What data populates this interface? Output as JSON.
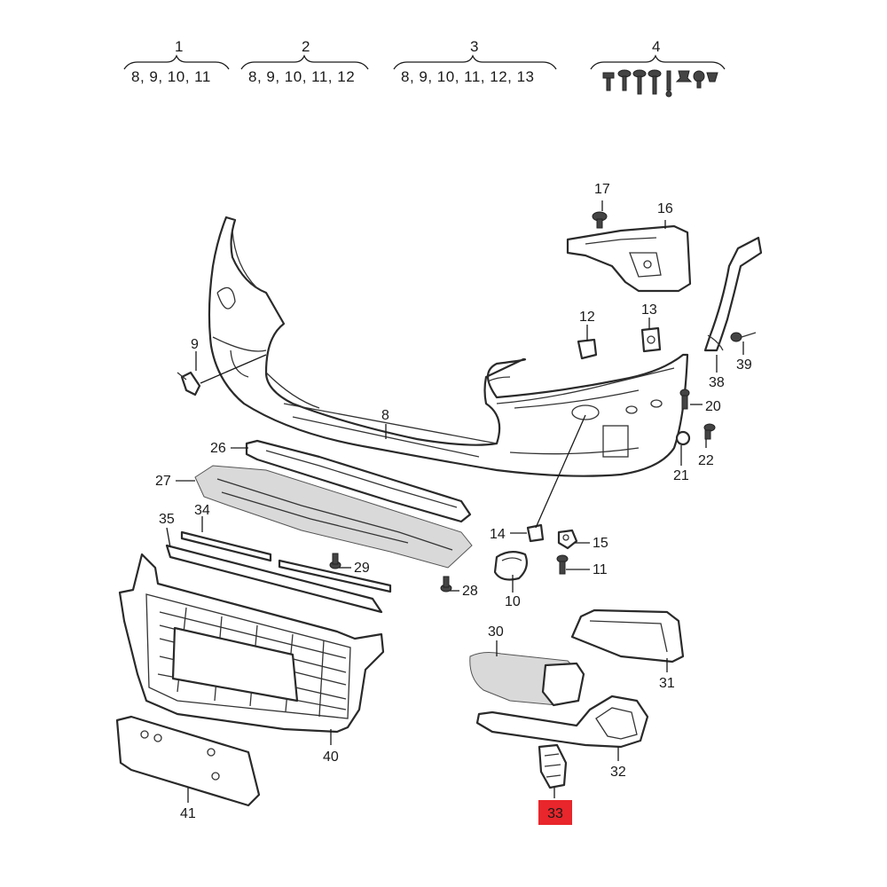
{
  "groups": [
    {
      "number": "1",
      "parts": "8, 9, 10, 11"
    },
    {
      "number": "2",
      "parts": "8, 9, 10, 11, 12"
    },
    {
      "number": "3",
      "parts": "8, 9, 10, 11, 12, 13"
    },
    {
      "number": "4",
      "parts": ""
    }
  ],
  "labels": {
    "p8": "8",
    "p9": "9",
    "p10": "10",
    "p11": "11",
    "p12": "12",
    "p13": "13",
    "p14": "14",
    "p15": "15",
    "p16": "16",
    "p17": "17",
    "p20": "20",
    "p21": "21",
    "p22": "22",
    "p26": "26",
    "p27": "27",
    "p28": "28",
    "p29": "29",
    "p30": "30",
    "p31": "31",
    "p32": "32",
    "p33": "33",
    "p34": "34",
    "p35": "35",
    "p38": "38",
    "p39": "39",
    "p40": "40",
    "p41": "41"
  },
  "highlight": {
    "part": "33",
    "color": "#e8262b"
  }
}
